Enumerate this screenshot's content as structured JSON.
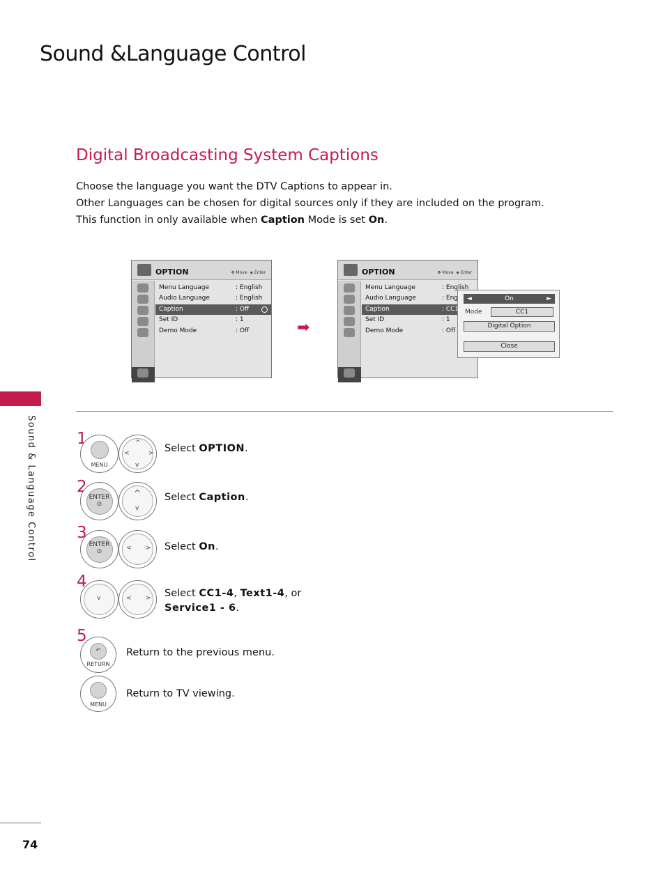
{
  "page": {
    "title": "Sound &Language Control",
    "section_title": "Digital Broadcasting System Captions",
    "intro_line1": "Choose the language you want the DTV Captions to appear in.",
    "intro_line2": "Other Languages can be chosen for digital sources only if they are included on the program.",
    "intro_line3_pre": "This function in only available when ",
    "intro_line3_b1": "Caption",
    "intro_line3_mid": " Mode is set ",
    "intro_line3_b2": "On",
    "intro_line3_end": ".",
    "side_label": "Sound & Language Control",
    "page_number": "74"
  },
  "menu1": {
    "title": "OPTION",
    "hint_move": "Move",
    "hint_enter": "Enter",
    "rows": [
      {
        "label": "Menu Language",
        "value": ": English"
      },
      {
        "label": "Audio Language",
        "value": ": English"
      },
      {
        "label": "Caption",
        "value": ": Off"
      },
      {
        "label": "Set ID",
        "value": ": 1"
      },
      {
        "label": "Demo Mode",
        "value": ": Off"
      }
    ]
  },
  "menu2": {
    "title": "OPTION",
    "hint_move": "Move",
    "hint_enter": "Enter",
    "rows": [
      {
        "label": "Menu Language",
        "value": ": English"
      },
      {
        "label": "Audio Language",
        "value": ": Eng"
      },
      {
        "label": "Caption",
        "value": ": CC1"
      },
      {
        "label": "Set ID",
        "value": ": 1"
      },
      {
        "label": "Demo Mode",
        "value": ": Off"
      }
    ],
    "popup": {
      "on_value": "On",
      "left_arrow": "◄",
      "right_arrow": "►",
      "mode_label": "Mode",
      "mode_value": "CC1",
      "digital_option": "Digital Option",
      "close": "Close"
    }
  },
  "buttons": {
    "menu": "MENU",
    "enter": "ENTER",
    "return": "RETURN"
  },
  "steps": [
    {
      "num": "1",
      "pre": "Select ",
      "bold": "OPTION",
      "post": "."
    },
    {
      "num": "2",
      "pre": "Select ",
      "bold": "Caption",
      "post": "."
    },
    {
      "num": "3",
      "pre": "Select ",
      "bold": "On",
      "post": "."
    },
    {
      "num": "4",
      "pre": "Select ",
      "bold": "CC1-4",
      "mid": ", ",
      "bold2": "Text1-4",
      "mid2": ", or",
      "bold3": "Service1 - 6",
      "post": "."
    },
    {
      "num": "5",
      "text": "Return to the previous menu."
    }
  ],
  "return_tv": "Return to TV viewing."
}
